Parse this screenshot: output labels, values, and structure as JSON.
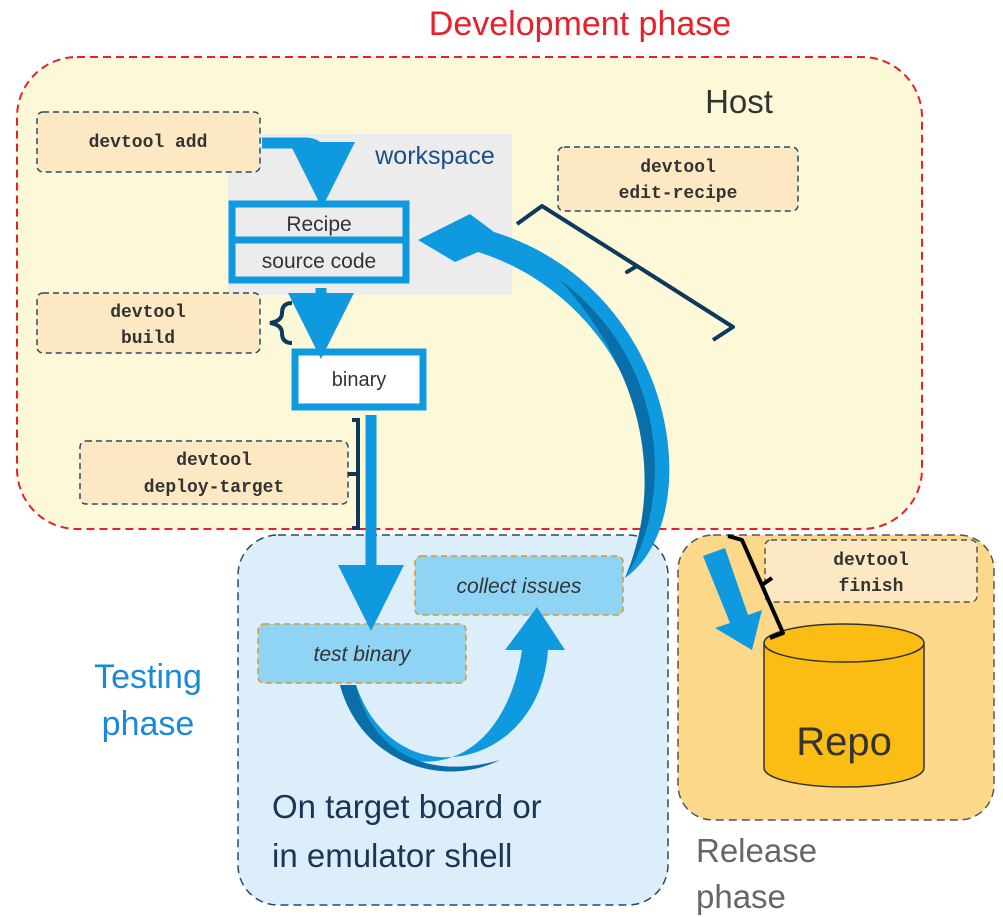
{
  "phases": {
    "development": "Development phase",
    "host": "Host",
    "testing_line1": "Testing",
    "testing_line2": "phase",
    "release_line1": "Release",
    "release_line2": "phase",
    "target_line1": "On target board or",
    "target_line2": "in emulator shell"
  },
  "workspace": {
    "label": "workspace",
    "recipe": "Recipe",
    "source_code": "source code"
  },
  "binary": "binary",
  "commands": {
    "add": "devtool add",
    "edit_recipe_line1": "devtool",
    "edit_recipe_line2": "edit-recipe",
    "build_line1": "devtool",
    "build_line2": "build",
    "deploy_line1": "devtool",
    "deploy_line2": "deploy-target",
    "finish_line1": "devtool",
    "finish_line2": "finish"
  },
  "steps": {
    "test_binary": "test binary",
    "collect_issues": "collect issues"
  },
  "repo": "Repo",
  "colors": {
    "dev_border": "#e8202a",
    "dev_fill": "#fdf9d8",
    "test_fill": "#ddeefb",
    "release_fill": "#fcd98a",
    "arrow": "#0f9ae0",
    "arrow_dark": "#0a6fa8",
    "cmd_fill": "#fde8c4",
    "step_fill": "#8fd4f5",
    "repo_fill": "#fbbd14",
    "phase_blue": "#1a8ad8",
    "grey_text": "#666666",
    "brace": "#0d3a5c"
  }
}
